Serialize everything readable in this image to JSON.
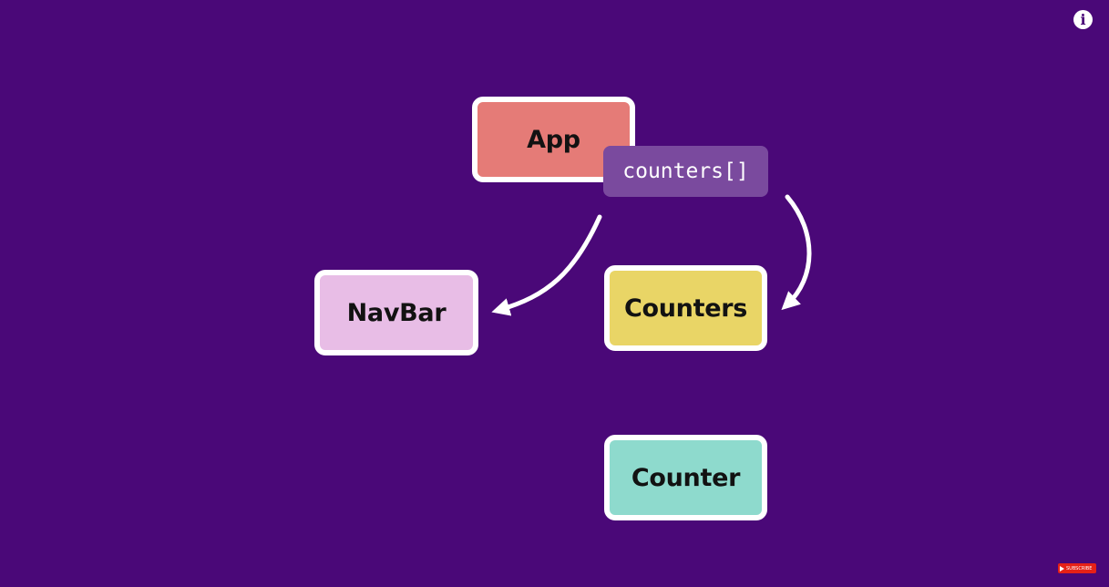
{
  "background": "#4a0878",
  "nodes": {
    "app": {
      "label": "App",
      "color": "#e57b77"
    },
    "navbar": {
      "label": "NavBar",
      "color": "#e8bde6"
    },
    "counters": {
      "label": "Counters",
      "color": "#e9d566"
    },
    "counter": {
      "label": "Counter",
      "color": "#8edacd"
    }
  },
  "state": {
    "label": "counters[]",
    "color": "#7a4a9e"
  },
  "edges": [
    {
      "from": "counters[]",
      "to": "NavBar"
    },
    {
      "from": "counters[]",
      "to": "Counters"
    }
  ],
  "overlay": {
    "info_icon": "info-icon",
    "info_glyph": "i",
    "subscribe_icon": "youtube-play-icon",
    "subscribe_label": "SUBSCRIBE"
  }
}
